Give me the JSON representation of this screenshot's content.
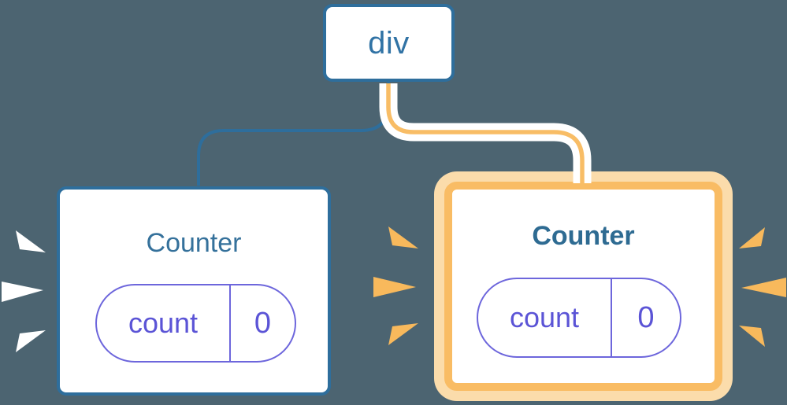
{
  "diagram": {
    "description": "React component tree diagram: a div root with two Counter children holding count state; right Counter highlighted",
    "root_node": {
      "label": "div"
    },
    "left_counter": {
      "title": "Counter",
      "highlighted": false,
      "state_pill": {
        "key": "count",
        "value": "0"
      }
    },
    "right_counter": {
      "title": "Counter",
      "highlighted": true,
      "state_pill": {
        "key": "count",
        "value": "0"
      }
    },
    "colors": {
      "background": "#4C6471",
      "node_border_blue": "#2E6E9C",
      "node_text_blue": "#3173A5",
      "title_blue": "#35719B",
      "pill_purple": "#6D66DC",
      "pill_text_purple": "#5B54D6",
      "highlight_orange": "#F8BD66",
      "highlight_border_orange": "#F9BC64",
      "highlight_glow_peach": "#FBDCAB",
      "burst_orange": "#F8B95C",
      "burst_white": "#FFFFFF",
      "card_fill": "#FFFFFF"
    }
  }
}
